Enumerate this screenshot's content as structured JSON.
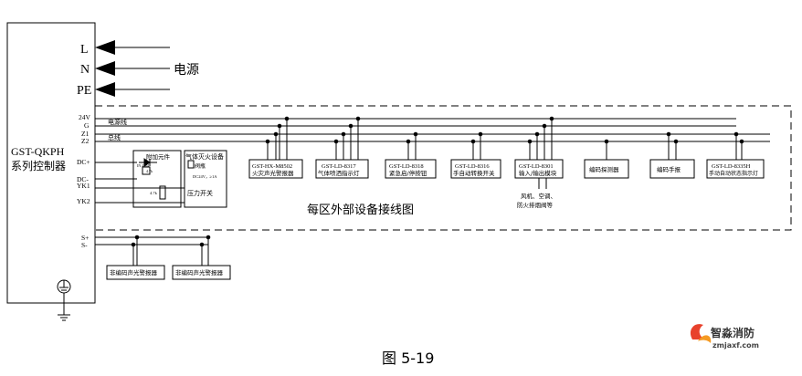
{
  "controller": {
    "name_line1": "GST-QKPH",
    "name_line2": "系列控制器"
  },
  "power": {
    "terminals": [
      "L",
      "N",
      "PE"
    ],
    "label": "电源"
  },
  "controller_terminals": [
    "24V",
    "G",
    "Z1",
    "Z2",
    "DC+",
    "DC-",
    "YK1",
    "YK2",
    "S+",
    "S-"
  ],
  "buses": {
    "power_bus": "电源线",
    "main_bus": "总线"
  },
  "zone_caption": "每区外部设备接线图",
  "auxiliary": {
    "box_title": "附加元件",
    "diode_label": "IN 4004",
    "resistor_small": "4.7k",
    "resistor_large": "4.7k",
    "gas_equipment_title": "气体灭火设备",
    "gas_valve_label": "阀瓶",
    "gas_valve_spec": "DC24V，≥1A",
    "pressure_switch_label": "压力开关"
  },
  "devices": [
    {
      "model": "GST-HX-M8502",
      "desc": "火灾声光警报器"
    },
    {
      "model": "GST-LD-8317",
      "desc": "气体喷洒指示灯"
    },
    {
      "model": "GST-LD-8318",
      "desc": "紧急启/停按钮"
    },
    {
      "model": "GST-LD-8316",
      "desc": "手自动转换开关"
    },
    {
      "model": "GST-LD-8301",
      "desc": "输入/输出模块"
    },
    {
      "model": "",
      "desc": "编码探测器"
    },
    {
      "model": "",
      "desc": "编码手报"
    },
    {
      "model": "GST-LD-8335H",
      "desc": "手动自动状态指示灯"
    }
  ],
  "io_module_note": {
    "line1": "风机、空调、",
    "line2": "防火排烟阀等"
  },
  "sounders": [
    {
      "label": "非编码声光警报器"
    },
    {
      "label": "非编码声光警报器"
    }
  ],
  "figure_caption": "图 5-19",
  "watermark": {
    "brand": "智淼消防",
    "url": "zmjaxf.com"
  },
  "colors": {
    "line": "#000000",
    "dash": "#000000",
    "logo_red": "#e8412c",
    "logo_orange": "#f59a23"
  }
}
